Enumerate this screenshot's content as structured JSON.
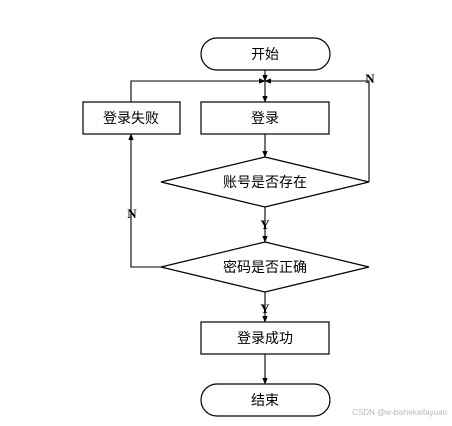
{
  "nodes": {
    "start": "开始",
    "login": "登录",
    "login_fail": "登录失败",
    "account_exists": "账号是否存在",
    "password_correct": "密码是否正确",
    "login_success": "登录成功",
    "end": "结束"
  },
  "edge_labels": {
    "account_no": "N",
    "account_yes": "Y",
    "password_no": "N",
    "password_yes": "Y"
  },
  "watermark": "CSDN @w-bishekaifayuan"
}
